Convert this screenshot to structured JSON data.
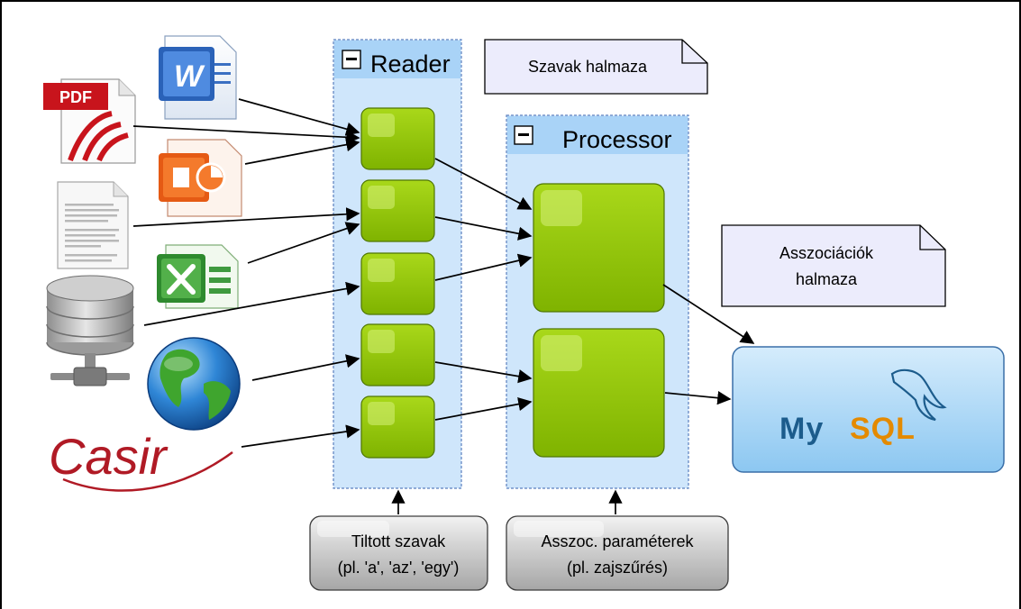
{
  "containers": {
    "reader": {
      "title": "Reader",
      "collapse_symbol": "−"
    },
    "processor": {
      "title": "Processor",
      "collapse_symbol": "−"
    }
  },
  "notes": {
    "words": {
      "lines": [
        "Szavak halmaza"
      ]
    },
    "associations": {
      "lines": [
        "Asszociációk",
        "halmaza"
      ]
    }
  },
  "parameter_boxes": {
    "forbidden_words": {
      "lines": [
        "Tiltott szavak",
        "(pl. 'a', 'az', 'egy')"
      ]
    },
    "assoc_params": {
      "lines": [
        "Asszoc. paraméterek",
        "(pl. zajszűrés)"
      ]
    }
  },
  "sources": {
    "pdf_label": "PDF",
    "word_label": "W",
    "casir_label": "Casir"
  },
  "database": {
    "label_my": "My",
    "label_sql": "SQL"
  },
  "colors": {
    "container_fill": "#cfe6fb",
    "container_border": "#5a7fbf",
    "container_header": "#a9d3f7",
    "module_green": "#8fc400",
    "module_green_dark": "#4f7600",
    "note_fill": "#ececfc",
    "param_fill": "#bfbfbf",
    "mysql_fill": "#a8d6f7",
    "mysql_blue": "#1c5c8c",
    "mysql_orange": "#e48a00",
    "casir_red": "#b01a25"
  }
}
